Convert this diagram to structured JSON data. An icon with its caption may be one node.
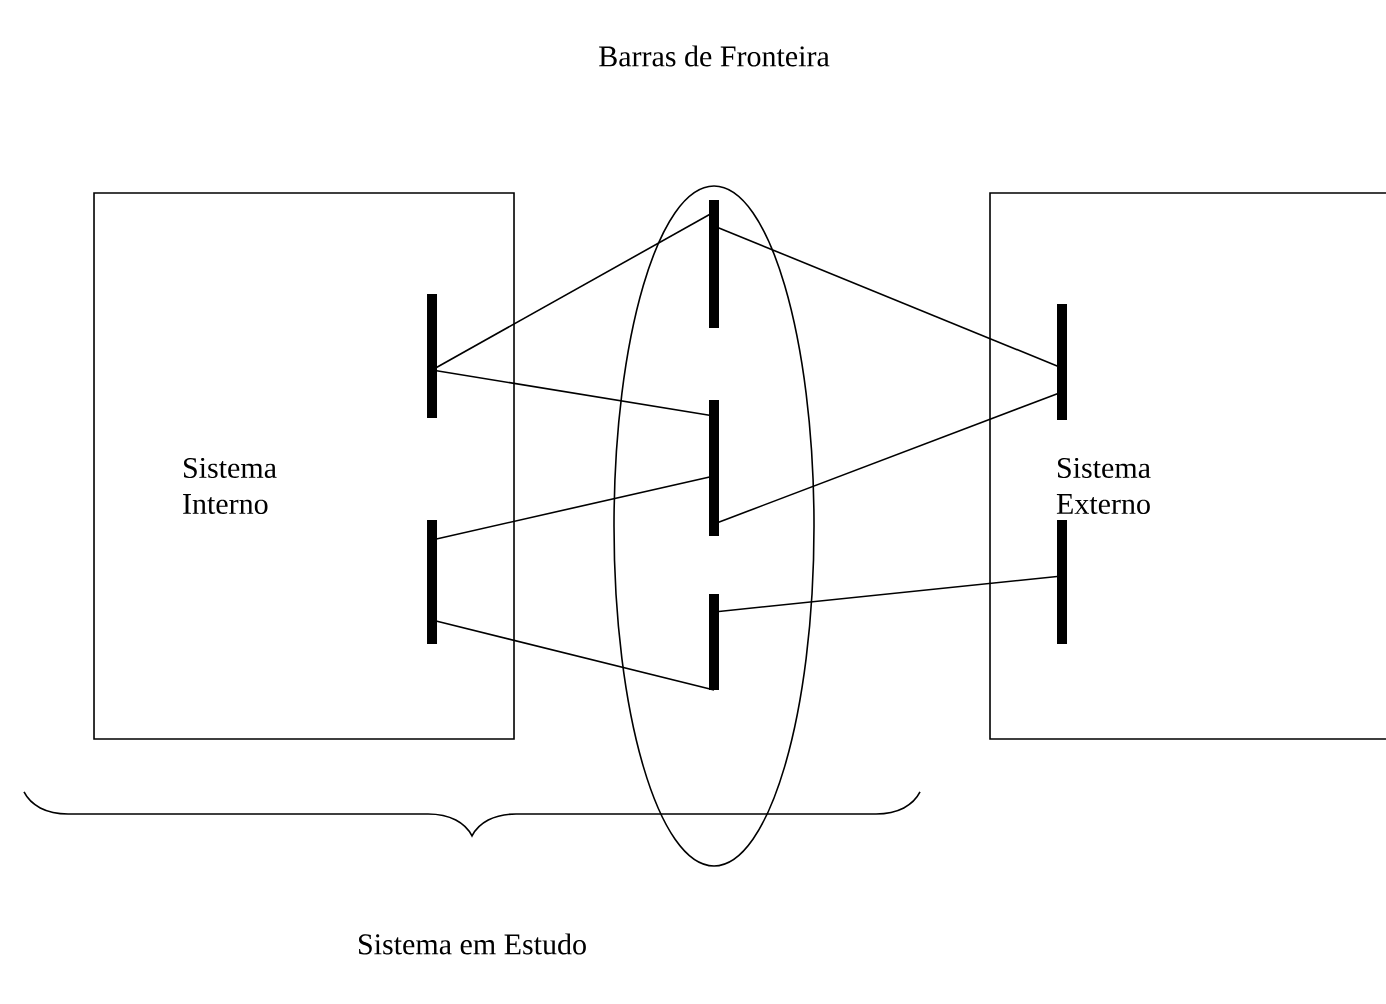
{
  "diagram": {
    "nodes": [
      {
        "text": [
          "Sistema Interno"
        ]
      },
      {
        "text": [],
        "shape": "bar",
        "in": 0
      },
      {
        "text": [],
        "shape": "bar",
        "in": 0
      },
      {
        "text": [
          "Barras de Fronteira"
        ]
      },
      {
        "text": [],
        "shape": "bar",
        "in": 3
      },
      {
        "text": [],
        "shape": "bar",
        "in": 3
      },
      {
        "text": [],
        "shape": "bar",
        "in": 3
      },
      {
        "text": [
          "Sistema Externo"
        ]
      },
      {
        "text": [],
        "shape": "bar",
        "in": 7
      },
      {
        "text": [],
        "shape": "bar",
        "in": 7
      }
    ],
    "edges": [
      {
        "from": 1,
        "to": 4,
        "arrow": "none"
      },
      {
        "from": 1,
        "to": 5,
        "arrow": "none"
      },
      {
        "from": 2,
        "to": 5,
        "arrow": "none"
      },
      {
        "from": 2,
        "to": 6,
        "arrow": "none"
      },
      {
        "from": 4,
        "to": 8,
        "arrow": "none"
      },
      {
        "from": 5,
        "to": 8,
        "arrow": "none"
      },
      {
        "from": 6,
        "to": 9,
        "arrow": "none"
      }
    ],
    "labels": [
      "Sistema em Estudo"
    ]
  }
}
